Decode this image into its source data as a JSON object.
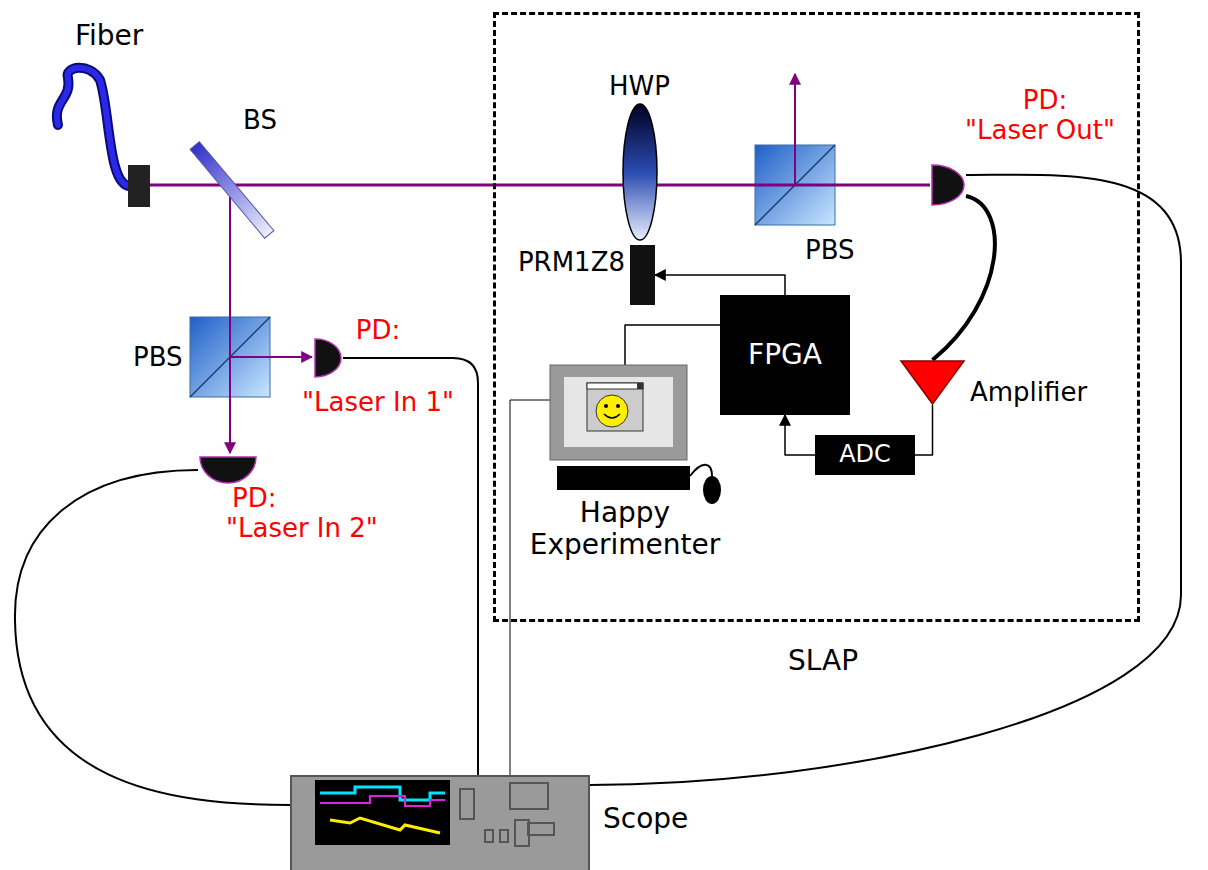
{
  "diagram": {
    "nodes": [
      {
        "text": [
          "SLAP"
        ]
      },
      {
        "text": [
          "PRM1Z8"
        ],
        "in": 0
      },
      {
        "text": [
          "PD:",
          "\"Laser Out\""
        ],
        "in": 0
      },
      {
        "text": [
          "FPGA"
        ],
        "in": 0
      },
      {
        "text": [
          "Happy Experimenter"
        ],
        "in": 0
      },
      {
        "text": [
          "Amplifier"
        ],
        "in": 0
      },
      {
        "text": [
          "ADC"
        ],
        "in": 0
      },
      {
        "text": [
          "PD:",
          "\"Laser In 1\""
        ]
      },
      {
        "text": [
          "PD:",
          "\"Laser In 2\""
        ]
      },
      {
        "text": [
          "Scope"
        ]
      }
    ],
    "edges": [
      {
        "from": 2,
        "to": 5,
        "arrow": "none"
      },
      {
        "from": 5,
        "to": 6,
        "arrow": "none"
      },
      {
        "from": 6,
        "to": 3,
        "arrow": "to"
      },
      {
        "from": 3,
        "to": 1,
        "arrow": "to"
      },
      {
        "from": 3,
        "to": 4,
        "arrow": "none"
      },
      {
        "from": 9,
        "to": 7,
        "arrow": "none"
      },
      {
        "from": 9,
        "to": 8,
        "arrow": "none"
      },
      {
        "from": 9,
        "to": 2,
        "arrow": "none"
      },
      {
        "from": 9,
        "to": 4,
        "arrow": "none"
      }
    ],
    "labels": [
      "Fiber",
      "BS",
      "HWP",
      "PBS",
      "PBS"
    ]
  }
}
